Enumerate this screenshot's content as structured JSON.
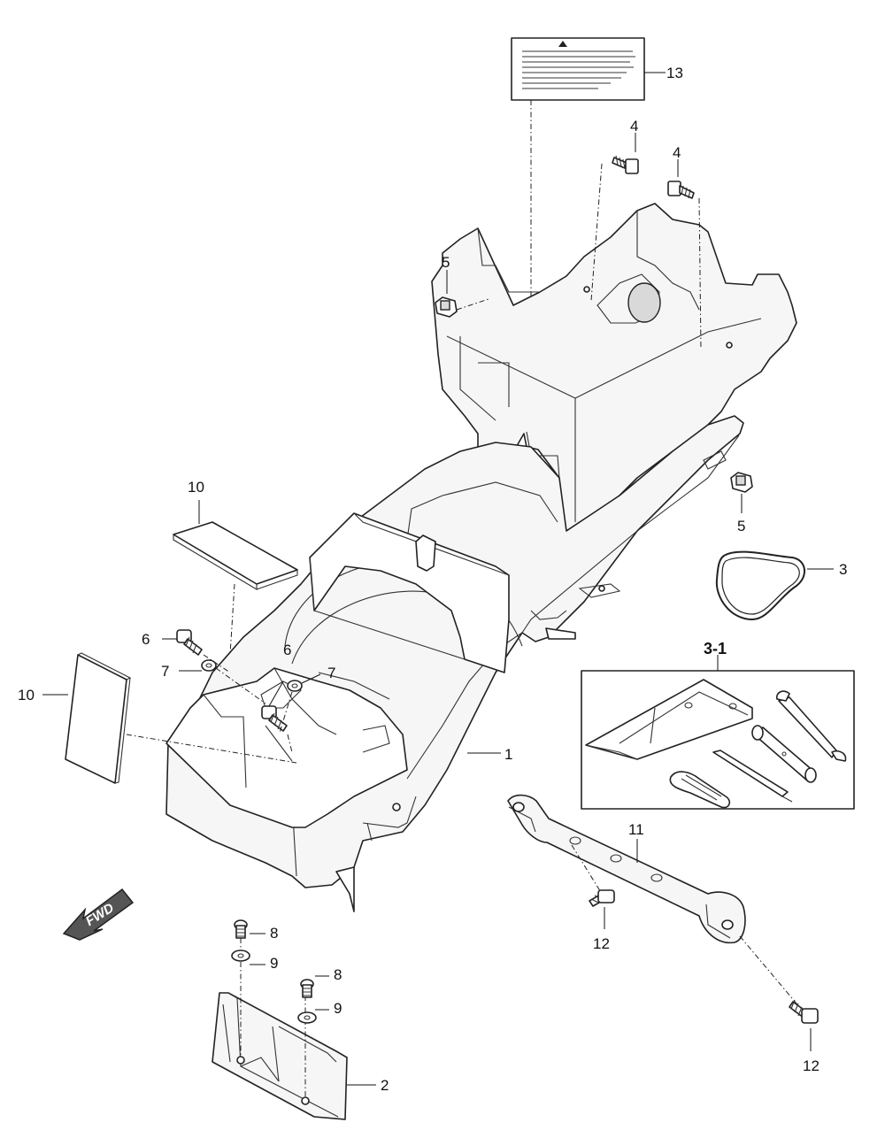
{
  "diagram": {
    "direction_arrow_label": "FWD",
    "group_box_label": "3-1",
    "callouts": {
      "part_1": "1",
      "part_2": "2",
      "part_3": "3",
      "part_4_a": "4",
      "part_4_b": "4",
      "part_5_a": "5",
      "part_5_b": "5",
      "part_6_a": "6",
      "part_6_b": "6",
      "part_7_a": "7",
      "part_7_b": "7",
      "part_8_a": "8",
      "part_8_b": "8",
      "part_9_a": "9",
      "part_9_b": "9",
      "part_10_a": "10",
      "part_10_b": "10",
      "part_11": "11",
      "part_12_a": "12",
      "part_12_b": "12",
      "part_13": "13"
    }
  }
}
